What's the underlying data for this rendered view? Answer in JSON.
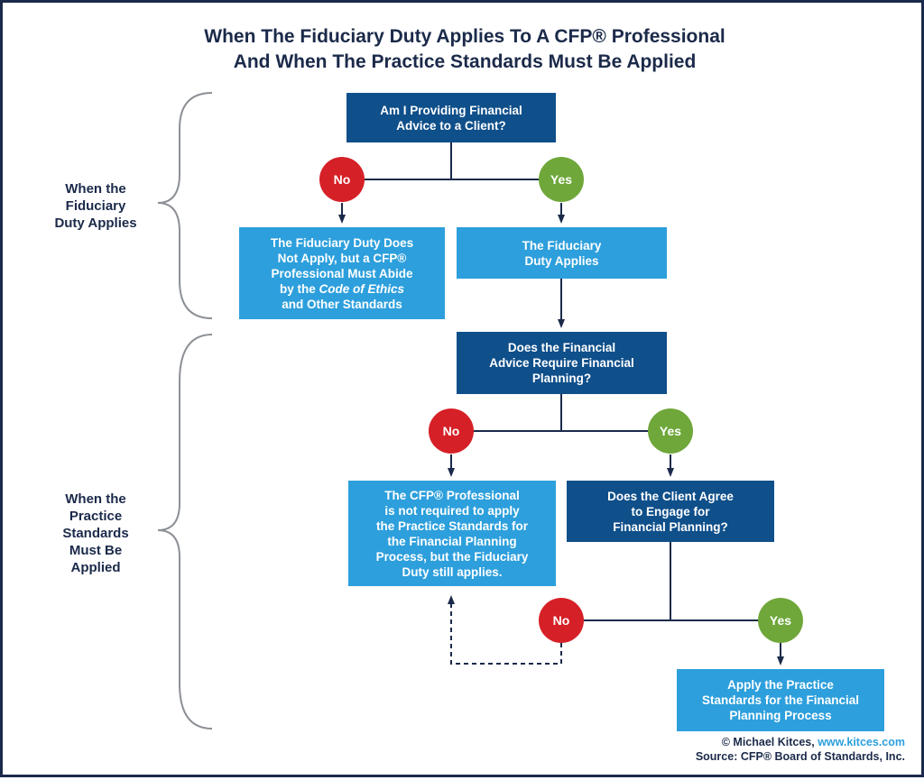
{
  "title": {
    "line1": "When The Fiduciary Duty Applies To A CFP® Professional",
    "line2": "And When The Practice Standards Must Be Applied"
  },
  "side_labels": {
    "fiduciary": [
      "When the",
      "Fiduciary",
      "Duty Applies"
    ],
    "practice": [
      "When the",
      "Practice",
      "Standards",
      "Must Be",
      "Applied"
    ]
  },
  "nodes": {
    "q1": [
      "Am I Providing Financial",
      "Advice to a Client?"
    ],
    "no_fiduciary": {
      "lines": [
        "The Fiduciary Duty Does",
        "Not Apply, but a CFP®",
        "Professional Must Abide"
      ],
      "line4_prefix": "by the ",
      "line4_italic": "Code of Ethics",
      "line5": "and Other Standards"
    },
    "fiduciary_applies": [
      "The Fiduciary",
      "Duty Applies"
    ],
    "q2": [
      "Does the Financial",
      "Advice Require Financial",
      "Planning?"
    ],
    "not_required": [
      "The CFP® Professional",
      "is not required to apply",
      "the Practice Standards for",
      "the Financial Planning",
      "Process, but the Fiduciary",
      "Duty still applies."
    ],
    "q3": [
      "Does the Client Agree",
      "to Engage for",
      "Financial Planning?"
    ],
    "apply": [
      "Apply the Practice",
      "Standards for the Financial",
      "Planning Process"
    ]
  },
  "circles": {
    "no1": "No",
    "yes1": "Yes",
    "no2": "No",
    "yes2": "Yes",
    "no3": "No",
    "yes3": "Yes"
  },
  "footer": {
    "author": "© Michael Kitces, ",
    "site": "www.kitces.com",
    "source": "Source: CFP® Board of Standards, Inc."
  },
  "colors": {
    "navy": "#1b2a4a",
    "dark_box": "#0f4f8a",
    "light_box": "#2d9fdc",
    "no_red": "#d62027",
    "yes_green": "#6fa73a"
  }
}
